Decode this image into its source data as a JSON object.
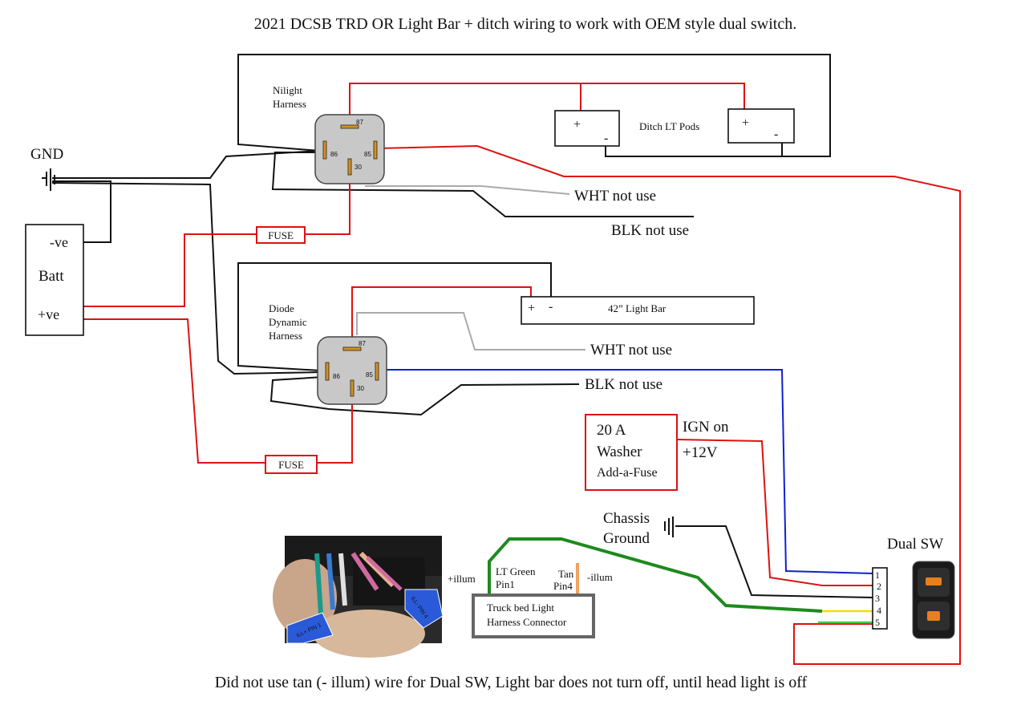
{
  "title": "2021 DCSB TRD OR Light Bar + ditch wiring to work with OEM style dual switch.",
  "footer": "Did not use tan (- illum) wire for Dual SW, Light bar does not turn off, until head light is off",
  "battery": {
    "neg_label": "-ve",
    "name": "Batt",
    "pos_label": "+ve"
  },
  "ground": {
    "label": "GND"
  },
  "nilight_relay": {
    "label_line1": "Nilight",
    "label_line2": "Harness",
    "pin_87": "87",
    "pin_86": "86",
    "pin_85": "85",
    "pin_30": "30"
  },
  "diode_relay": {
    "label_line1": "Diode",
    "label_line2": "Dynamic",
    "label_line3": "Harness",
    "pin_87": "87",
    "pin_86": "86",
    "pin_85": "85",
    "pin_30": "30"
  },
  "ditch_pods": {
    "label": "Ditch LT Pods",
    "plus": "+",
    "minus": "-"
  },
  "light_bar": {
    "label": "42” Light Bar",
    "plus": "+",
    "minus": "-"
  },
  "unused": {
    "wht_top": "WHT not use",
    "blk_top": "BLK not use",
    "wht_bottom": "WHT not use",
    "blk_bottom": "BLK not use"
  },
  "fuses": {
    "top": "FUSE",
    "bottom": "FUSE"
  },
  "add_a_fuse": {
    "line1": "20 A",
    "line2": "Washer",
    "line3": "Add-a-Fuse"
  },
  "ign": {
    "line1": "IGN on",
    "line2": "+12V"
  },
  "chassis_ground": {
    "line1": "Chassis",
    "line2": "Ground"
  },
  "dual_switch": {
    "label": "Dual SW",
    "pins": [
      "1",
      "2",
      "3",
      "4",
      "5"
    ]
  },
  "truck_bed": {
    "line1": "Truck bed Light",
    "line2": "Harness Connector",
    "plus_illum": "+illum",
    "minus_illum": "-illum",
    "lt_green": "LT Green",
    "pin1": "Pin1",
    "tan": "Tan",
    "pin4": "Pin4"
  },
  "photo": {
    "tag_left": "ILL+ PIN 1",
    "tag_right": "ILL- PIN 4"
  },
  "colors": {
    "red": "#e01010",
    "black": "#111111",
    "blue": "#1020d0",
    "gray": "#aaaaaa",
    "green": "#1e8a1e",
    "yellow": "#f0e000",
    "lime": "#40d040",
    "orange": "#f0a060"
  }
}
